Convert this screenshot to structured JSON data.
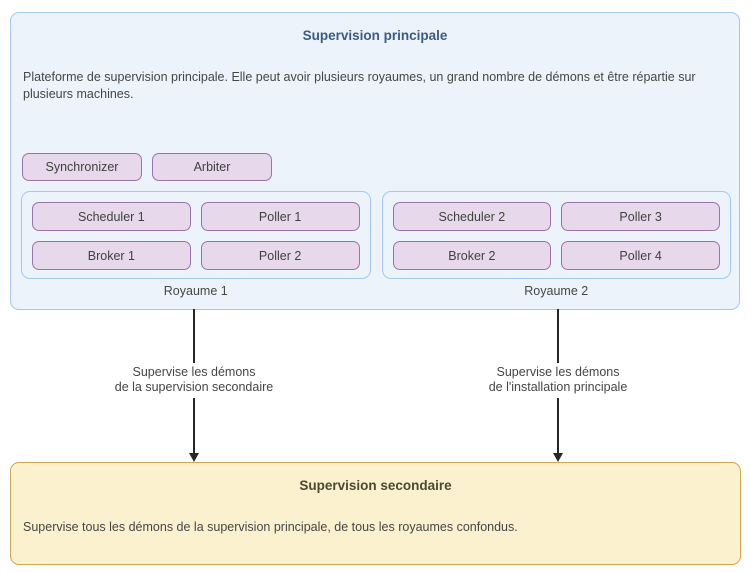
{
  "main_box": {
    "title": "Supervision principale",
    "description": "Plateforme de supervision principale. Elle peut avoir plusieurs royaumes, un grand nombre de démons et être répartie sur plusieurs machines.",
    "daemons": [
      {
        "label": "Synchronizer"
      },
      {
        "label": "Arbiter"
      }
    ],
    "realms": [
      {
        "label": "Royaume 1",
        "daemons": [
          "Scheduler 1",
          "Poller 1",
          "Broker 1",
          "Poller 2"
        ]
      },
      {
        "label": "Royaume 2",
        "daemons": [
          "Scheduler 2",
          "Poller 3",
          "Broker 2",
          "Poller 4"
        ]
      }
    ]
  },
  "arrows": [
    {
      "label_line1": "Supervise les démons",
      "label_line2": "de la supervision secondaire"
    },
    {
      "label_line1": "Supervise les démons",
      "label_line2": "de l'installation principale"
    }
  ],
  "secondary_box": {
    "title": "Supervision secondaire",
    "description": "Supervise tous les démons de la supervision principale, de tous les royaumes confondus."
  },
  "colors": {
    "main_fill": "#ecf3fb",
    "main_border": "#a6c8f0",
    "main_title": "#3c5a83",
    "node_fill": "#e7d9eb",
    "node_border": "#9c72ac",
    "secondary_fill": "#fbf1cf",
    "secondary_border": "#d3a94c",
    "arrow": "#262626"
  }
}
